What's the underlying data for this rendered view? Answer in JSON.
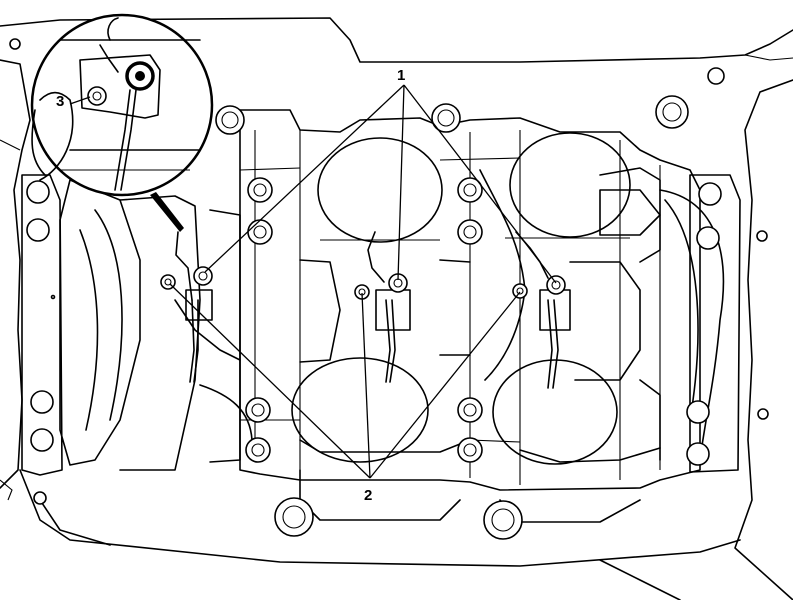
{
  "callouts": {
    "oil_nozzle": "1",
    "nozzle_bolt": "2",
    "detail_bolt": "3"
  },
  "colors": {
    "line": "#000000",
    "background": "#ffffff"
  }
}
